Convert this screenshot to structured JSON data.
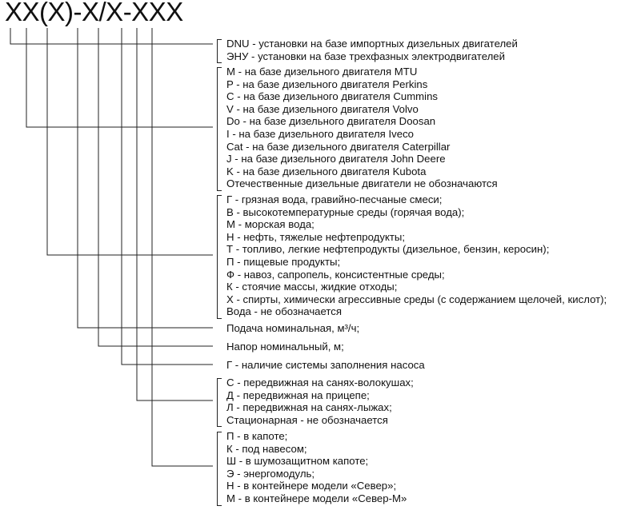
{
  "code": "XX(X)-X/X-XXX",
  "groups": [
    {
      "items": [
        "DNU - установки на базе импортных дизельных двигателей",
        "ЭНУ - установки на базе трехфазных электродвигателей"
      ]
    },
    {
      "items": [
        "M - на базе дизельного двигателя MTU",
        "P - на базе дизельного двигателя Perkins",
        "C - на базе дизельного двигателя Cummins",
        "V - на базе дизельного двигателя Volvo",
        "Do - на базе дизельного двигателя Doosan",
        "I - на базе дизельного двигателя Iveco",
        "Cat - на базе дизельного двигателя Caterpillar",
        "J - на базе дизельного двигателя John Deere",
        "K - на базе дизельного двигателя Kubota",
        "Отечественные дизельные двигатели не обозначаются"
      ]
    },
    {
      "items": [
        "Г - грязная вода, гравийно-песчаные смеси;",
        "В - высокотемпературные среды (горячая вода);",
        "М - морская вода;",
        "Н - нефть, тяжелые нефтепродукты;",
        "Т - топливо, легкие нефтепродукты (дизельное, бензин, керосин);",
        "П - пищевые продукты;",
        "Ф - навоз, сапропель, консистентные среды;",
        "К - стоячие массы, жидкие отходы;",
        "Х - спирты, химически агрессивные среды (с содержанием щелочей, кислот);",
        "Вода - не обозначается"
      ]
    },
    {
      "items": [
        "Подача номинальная, м³/ч;"
      ]
    },
    {
      "items": [
        "Напор номинальный, м;"
      ]
    },
    {
      "items": [
        "Г - наличие системы заполнения насоса"
      ]
    },
    {
      "items": [
        "С - передвижная на санях-волокушах;",
        "Д - передвижная на прицепе;",
        "Л - передвижная на санях-лыжах;",
        "Стационарная - не обозначается"
      ]
    },
    {
      "items": [
        "П - в капоте;",
        "К - под навесом;",
        "Ш - в шумозащитном капоте;",
        "Э - энергомодуль;",
        "Н - в контейнере модели «Север»;",
        "М - в контейнере модели «Север-М»"
      ]
    }
  ]
}
